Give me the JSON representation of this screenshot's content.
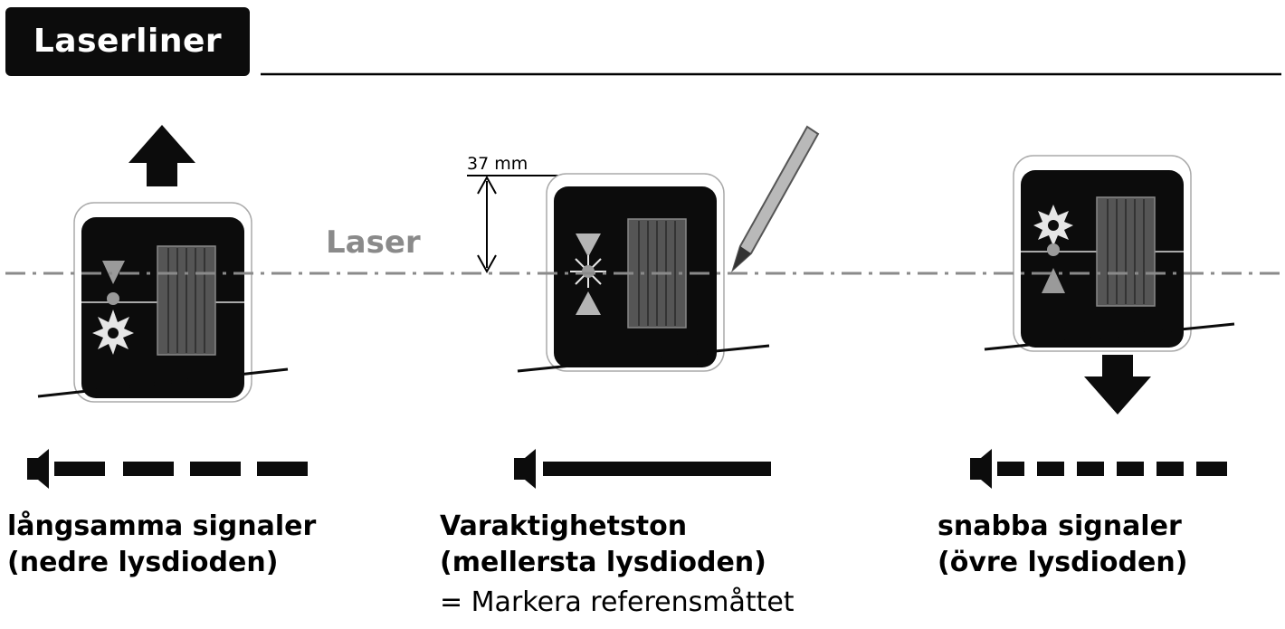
{
  "brand": "Laserliner",
  "laser_label": "Laser",
  "dimension_label": "37 mm",
  "panels": [
    {
      "direction": "up",
      "lit_led": "lower",
      "signal": "slow-pulse",
      "caption_line1": "långsamma signaler",
      "caption_line2": "(nedre lysdioden)"
    },
    {
      "direction": "none",
      "lit_led": "middle",
      "signal": "continuous",
      "caption_line1": "Varaktighetston",
      "caption_line2": "(mellersta lysdioden)"
    },
    {
      "direction": "down",
      "lit_led": "upper",
      "signal": "fast-pulse",
      "caption_line1": "snabba signaler",
      "caption_line2": "(övre lysdioden)"
    }
  ],
  "note": "=  Markera referensmåttet",
  "icons": [
    "arrow-up-icon",
    "arrow-down-icon",
    "pencil-icon",
    "speaker-icon",
    "laser-line"
  ],
  "colors": {
    "device": "#0c0c0c",
    "laser_line": "#8a8a8a",
    "background": "#ffffff"
  }
}
